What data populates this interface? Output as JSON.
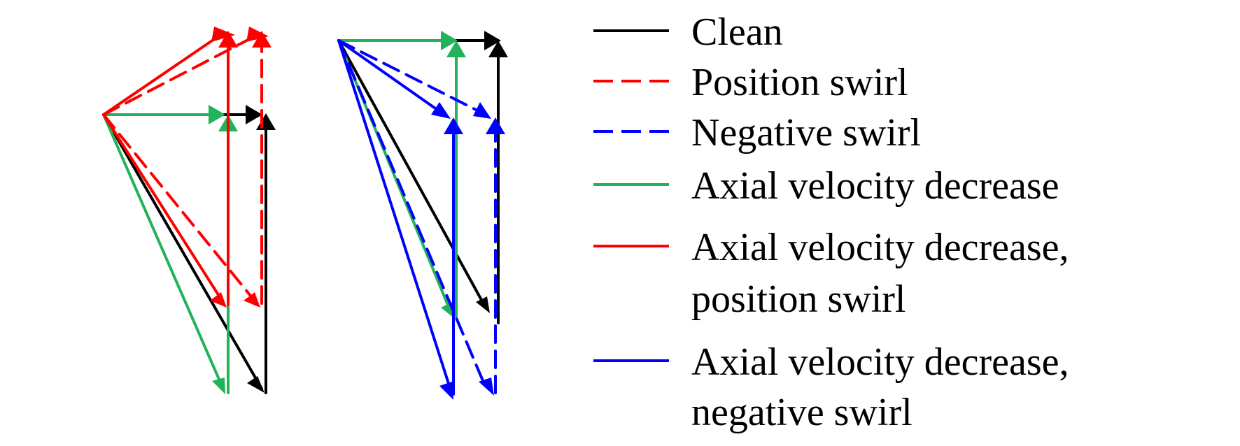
{
  "colors": {
    "clean": "#000000",
    "position_swirl": "#ff0000",
    "negative_swirl": "#0000ff",
    "axial_decrease": "#22b35a",
    "axial_decrease_position": "#ff0000",
    "axial_decrease_negative": "#0000ff"
  },
  "legend": {
    "clean": "Clean",
    "position_swirl": "Position swirl",
    "negative_swirl": "Negative swirl",
    "axial_decrease": "Axial velocity decrease",
    "axial_decrease_position_line1": "Axial velocity decrease,",
    "axial_decrease_position_line2": "position swirl",
    "axial_decrease_negative_line1": "Axial velocity decrease,",
    "axial_decrease_negative_line2": "negative swirl"
  }
}
